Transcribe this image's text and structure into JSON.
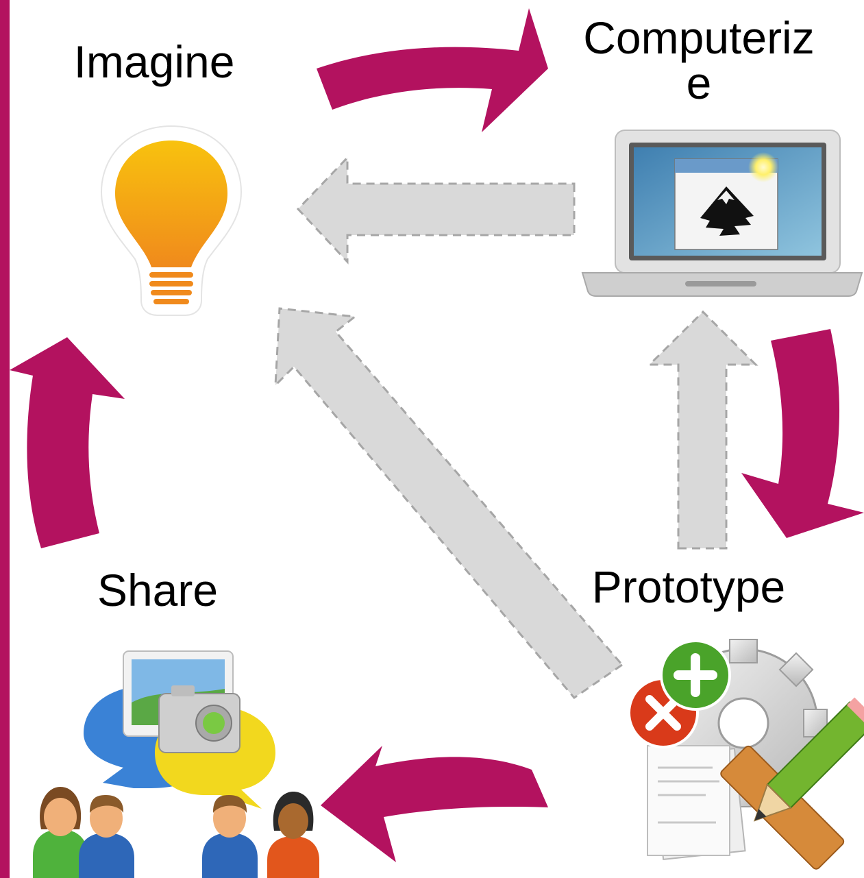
{
  "stages": {
    "imagine": {
      "label": "Imagine",
      "icon": "lightbulb-icon"
    },
    "computerize": {
      "label_line1": "Computeriz",
      "label_line2": "e",
      "icon": "laptop-inkscape-icon"
    },
    "prototype": {
      "label": "Prototype",
      "icon": "tools-gear-pencil-ruler-icon"
    },
    "share": {
      "label": "Share",
      "icon": "people-chat-photo-icon"
    }
  },
  "colors": {
    "accent": "#b3125f",
    "feedback_arrow_fill": "#d9d9d9",
    "feedback_arrow_stroke": "#a6a6a6",
    "bulb": "#f5a51a",
    "background": "#ffffff"
  },
  "cycle": [
    "Imagine",
    "Computerize",
    "Prototype",
    "Share"
  ]
}
